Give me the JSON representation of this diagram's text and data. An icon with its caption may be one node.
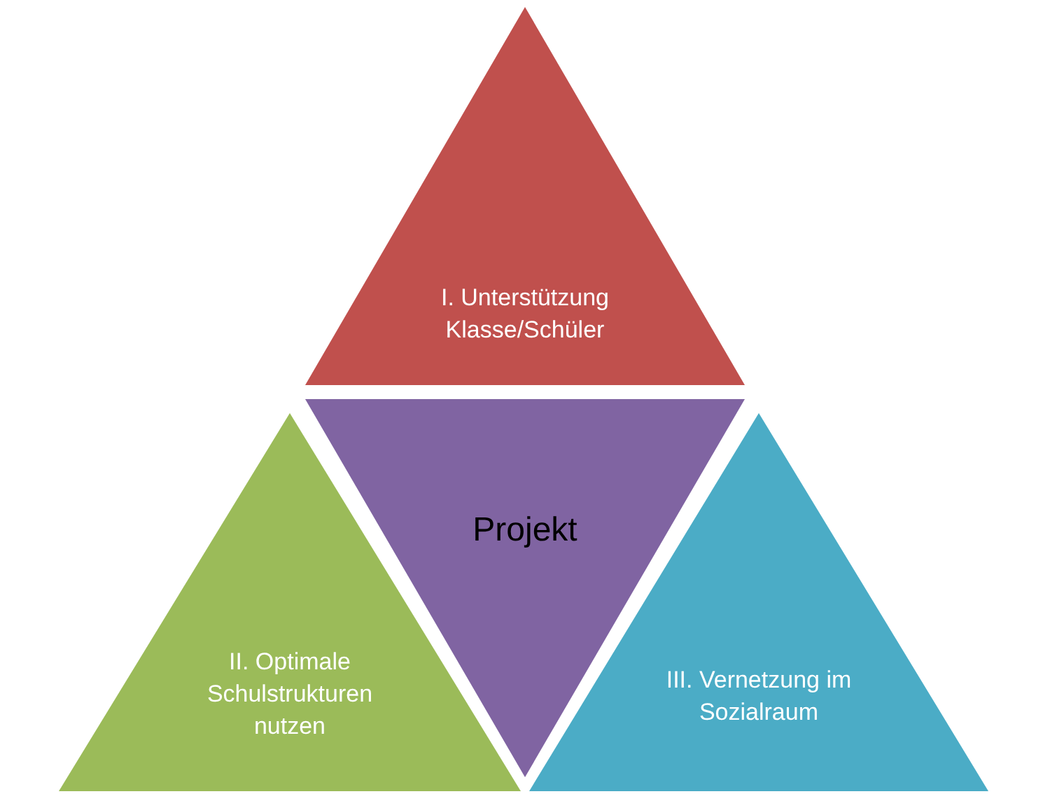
{
  "diagram": {
    "nodes": [
      {
        "text": [
          "I. Unterstützung Klasse/Schüler"
        ]
      },
      {
        "text": [
          "Projekt"
        ]
      },
      {
        "text": [
          "II. Optimale Schulstrukturen nutzen"
        ]
      },
      {
        "text": [
          "III. Vernetzung im Sozialraum"
        ]
      }
    ]
  }
}
